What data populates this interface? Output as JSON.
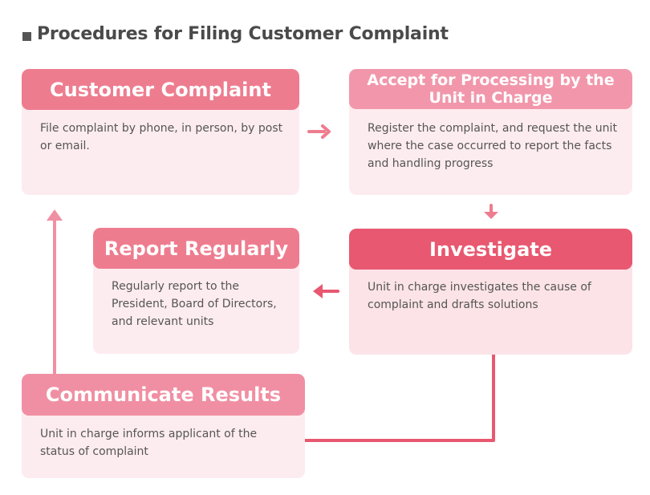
{
  "title": "Procedures for Filing Customer Complaint",
  "colors": {
    "header_primary": "#ee7c8f",
    "header_light": "#f297ab",
    "header_strong": "#e85870",
    "card_background": "#fdecef",
    "arrow": "#e85870",
    "arrow_light": "#f08fa3"
  },
  "steps": {
    "complaint": {
      "title": "Customer Complaint",
      "text": "File complaint by phone, in person, by post or email."
    },
    "accept": {
      "title": "Accept for Processing by the Unit in Charge",
      "text": "Register the complaint, and request the unit where the case occurred to report the facts and handling progress"
    },
    "investigate": {
      "title": "Investigate",
      "text": "Unit in charge investigates the cause of complaint and drafts solutions"
    },
    "report": {
      "title": "Report Regularly",
      "text": "Regularly report to the President, Board of Directors, and relevant units"
    },
    "communicate": {
      "title": "Communicate Results",
      "text": "Unit in charge informs applicant of the status of complaint"
    }
  }
}
